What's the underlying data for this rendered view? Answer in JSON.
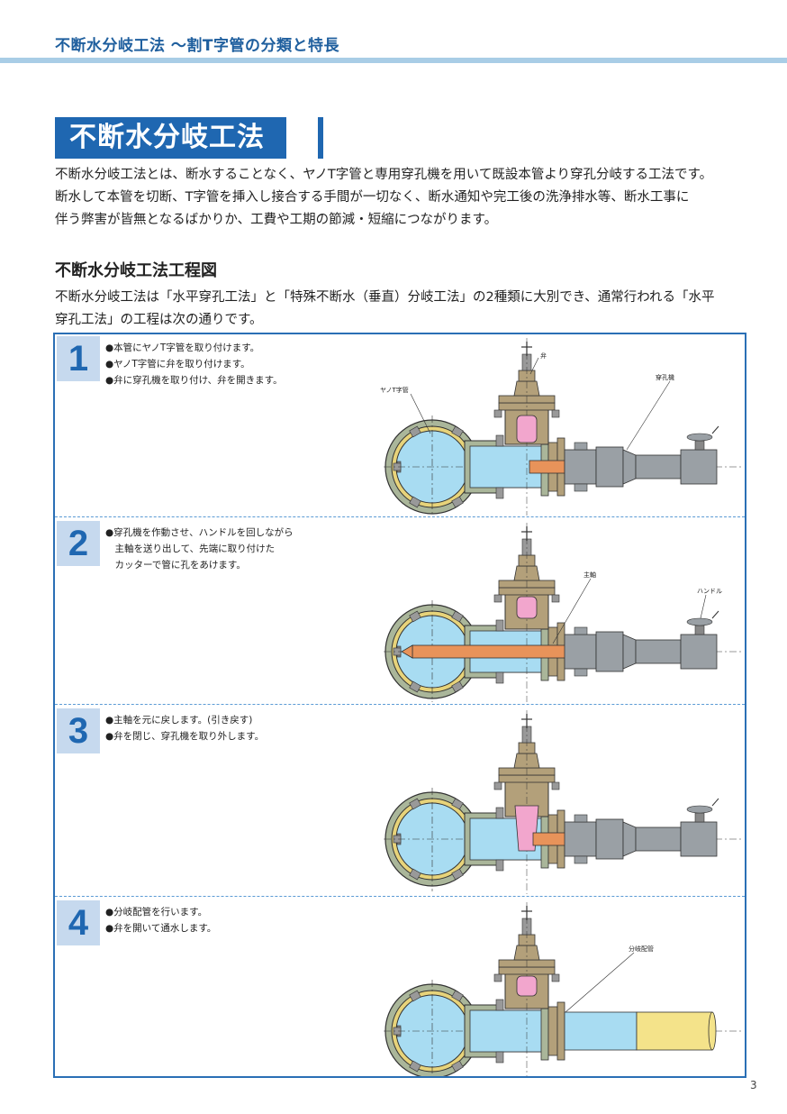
{
  "header": {
    "title": "不断水分岐工法 〜割T字管の分類と特長"
  },
  "section": {
    "title": "不断水分岐工法",
    "intro": [
      "不断水分岐工法とは、断水することなく、ヤノT字管と専用穿孔機を用いて既設本管より穿孔分岐する工法です。",
      "断水して本管を切断、T字管を挿入し接合する手間が一切なく、断水通知や完工後の洗浄排水等、断水工事に",
      "伴う弊害が皆無となるばかりか、工費や工期の節減・短縮につながります。"
    ]
  },
  "process": {
    "title": "不断水分岐工法工程図",
    "description": [
      "不断水分岐工法は「水平穿孔工法」と「特殊不断水（垂直）分岐工法」の2種類に大別でき、通常行われる「水平",
      "穿孔工法」の工程は次の通りです。"
    ]
  },
  "steps": [
    {
      "number": "1",
      "lines": [
        "●本管にヤノT字管を取り付けます。",
        "●ヤノT字管に弁を取り付けます。",
        "●弁に穿孔機を取り付け、弁を開きます。"
      ],
      "labels": {
        "valve": "弁",
        "tee": "ヤノT字管",
        "machine": "穿孔機"
      }
    },
    {
      "number": "2",
      "lines": [
        "●穿孔機を作動させ、ハンドルを回しながら",
        "　主軸を送り出して、先端に取り付けた",
        "　カッターで管に孔をあけます。"
      ],
      "labels": {
        "shaft": "主軸",
        "handle": "ハンドル"
      }
    },
    {
      "number": "3",
      "lines": [
        "●主軸を元に戻します。(引き戻す)",
        "●弁を閉じ、穿孔機を取り外します。"
      ],
      "labels": {}
    },
    {
      "number": "4",
      "lines": [
        "●分岐配管を行います。",
        "●弁を開いて通水します。"
      ],
      "labels": {
        "branch": "分岐配管"
      }
    }
  ],
  "colors": {
    "accent": "#1f67b1",
    "water": "#a8dcf2",
    "valve": "#b3a07a",
    "machine": "#9aa0a5",
    "gate": "#f2a6cd",
    "cutter": "#e8935a",
    "branch_pipe": "#f4e38a"
  },
  "page_number": "3"
}
